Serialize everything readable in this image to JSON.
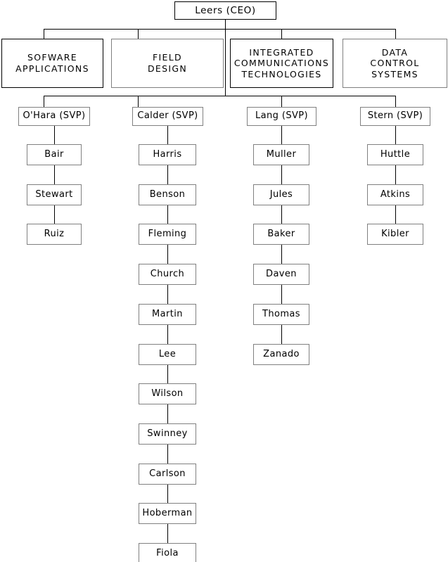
{
  "chart_data": {
    "type": "diagram",
    "title": "Organizational Chart",
    "diagram_kind": "org-chart",
    "levels": [
      "executive",
      "division",
      "senior-vice-president",
      "staff"
    ],
    "root": {
      "label": "Leers (CEO)",
      "name": "Leers",
      "role": "CEO"
    },
    "divisions": [
      "SOFWARE\nAPPLICATIONS",
      "FIELD\nDESIGN",
      "INTEGRATED\nCOMMUNICATIONS\nTECHNOLOGIES",
      "DATA\nCONTROL\nSYSTEMS"
    ],
    "svps": [
      {
        "label": "O'Hara (SVP)",
        "name": "O'Hara",
        "role": "SVP"
      },
      {
        "label": "Calder (SVP)",
        "name": "Calder",
        "role": "SVP"
      },
      {
        "label": "Lang (SVP)",
        "name": "Lang",
        "role": "SVP"
      },
      {
        "label": "Stern (SVP)",
        "name": "Stern",
        "role": "SVP"
      }
    ],
    "chains": [
      [
        "Bair",
        "Stewart",
        "Ruiz"
      ],
      [
        "Harris",
        "Benson",
        "Fleming",
        "Church",
        "Martin",
        "Lee",
        "Wilson",
        "Swinney",
        "Carlson",
        "Hoberman",
        "Fiola"
      ],
      [
        "Muller",
        "Jules",
        "Baker",
        "Daven",
        "Thomas",
        "Zanado"
      ],
      [
        "Huttle",
        "Atkins",
        "Kibler"
      ]
    ],
    "chain_lengths": [
      3,
      11,
      6,
      3
    ],
    "colors": {
      "background": "#ffffff",
      "box_border": "#808080",
      "box_border_dark": "#000000",
      "connector": "#000000",
      "text": "#000000"
    }
  },
  "ceo": {
    "label": "Leers (CEO)"
  },
  "divisions": [
    {
      "label": "SOFWARE\nAPPLICATIONS"
    },
    {
      "label": "FIELD\nDESIGN"
    },
    {
      "label": "INTEGRATED\nCOMMUNICATIONS\nTECHNOLOGIES"
    },
    {
      "label": "DATA\nCONTROL\nSYSTEMS"
    }
  ],
  "svps": [
    {
      "label": "O'Hara (SVP)"
    },
    {
      "label": "Calder (SVP)"
    },
    {
      "label": "Lang (SVP)"
    },
    {
      "label": "Stern (SVP)"
    }
  ],
  "column1": [
    {
      "label": "Bair"
    },
    {
      "label": "Stewart"
    },
    {
      "label": "Ruiz"
    }
  ],
  "column2": [
    {
      "label": "Harris"
    },
    {
      "label": "Benson"
    },
    {
      "label": "Fleming"
    },
    {
      "label": "Church"
    },
    {
      "label": "Martin"
    },
    {
      "label": "Lee"
    },
    {
      "label": "Wilson"
    },
    {
      "label": "Swinney"
    },
    {
      "label": "Carlson"
    },
    {
      "label": "Hoberman"
    },
    {
      "label": "Fiola"
    }
  ],
  "column3": [
    {
      "label": "Muller"
    },
    {
      "label": "Jules"
    },
    {
      "label": "Baker"
    },
    {
      "label": "Daven"
    },
    {
      "label": "Thomas"
    },
    {
      "label": "Zanado"
    }
  ],
  "column4": [
    {
      "label": "Huttle"
    },
    {
      "label": "Atkins"
    },
    {
      "label": "Kibler"
    }
  ]
}
